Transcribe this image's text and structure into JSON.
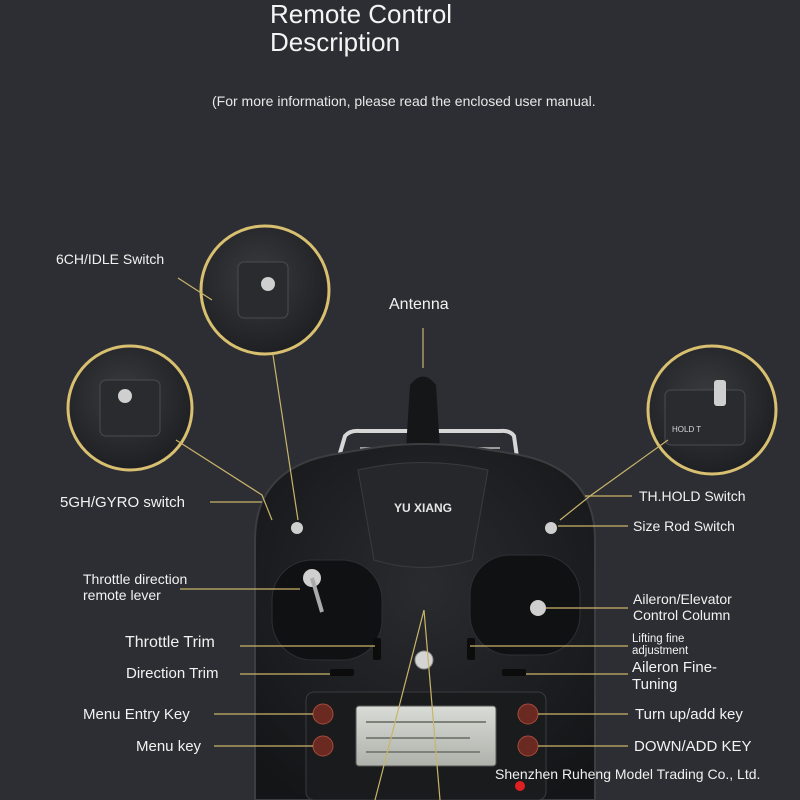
{
  "header": {
    "title_line1": "Remote Control",
    "title_line2": "Description",
    "subtitle": "(For more information, please read the enclosed user manual."
  },
  "device": {
    "brand": "YU XIANG",
    "switch_label": "HOLD T"
  },
  "labels": {
    "idle_switch": "6CH/IDLE Switch",
    "antenna": "Antenna",
    "gyro_switch": "5GH/GYRO switch",
    "th_hold_switch": "TH.HOLD Switch",
    "size_rod_switch": "Size Rod Switch",
    "throttle_lever_line1": "Throttle direction",
    "throttle_lever_line2": "remote lever",
    "aileron_column_line1": "Aileron/Elevator",
    "aileron_column_line2": "Control Column",
    "throttle_trim": "Throttle Trim",
    "lifting_fine_line1": "Lifting fine",
    "lifting_fine_line2": "adjustment",
    "direction_trim": "Direction Trim",
    "aileron_fine_line1": "Aileron Fine-",
    "aileron_fine_line2": "Tuning",
    "menu_entry_key": "Menu Entry Key",
    "turn_up_key": "Turn up/add key",
    "menu_key": "Menu key",
    "down_add_key": "DOWN/ADD KEY"
  },
  "footer": {
    "company": "Shenzhen Ruheng Model Trading Co., Ltd."
  },
  "colors": {
    "background": "#2c2e33",
    "callout_ring": "#d8c070",
    "leader_line": "#c9b46a",
    "device_body": "#1d1e21",
    "key_accent": "#c0392b"
  }
}
